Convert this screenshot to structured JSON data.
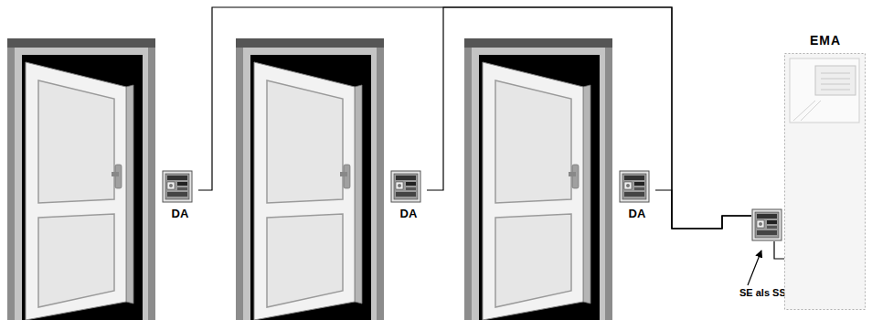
{
  "diagram": {
    "nodes": [
      {
        "text": [
          "DA"
        ]
      },
      {
        "text": [
          "DA"
        ]
      },
      {
        "text": [
          "DA"
        ]
      },
      {
        "text": [
          "SE als SSM"
        ]
      },
      {
        "text": [
          "EMA"
        ]
      }
    ],
    "edges": [
      {
        "from": 0,
        "to": 3,
        "arrow": "none"
      },
      {
        "from": 1,
        "to": 3,
        "arrow": "none"
      },
      {
        "from": 2,
        "to": 3,
        "arrow": "none"
      },
      {
        "from": 3,
        "to": 4,
        "arrow": "none"
      }
    ]
  }
}
